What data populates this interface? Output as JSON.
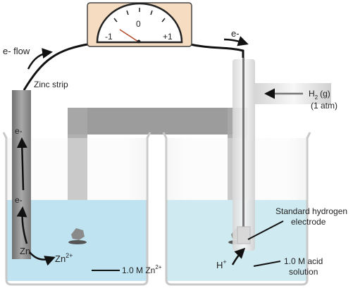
{
  "voltmeter": {
    "scale_left": "-1",
    "scale_center": "0",
    "scale_right": "+1"
  },
  "labels": {
    "electron_flow": "e- flow",
    "electron_right": "e-",
    "zinc_strip": "Zinc strip",
    "electron_1": "e-",
    "electron_2": "e-",
    "zn": "Zn",
    "zn2_base": "Zn",
    "zn2_sup": "2+",
    "zinc_solution_base": "1.0 M Zn",
    "zinc_solution_sup": "2+",
    "h2_base": "H",
    "h2_sub": "2",
    "h2_g": "(g)",
    "h2_pressure": "(1 atm)",
    "standard_hydrogen_1": "Standard hydrogen",
    "standard_hydrogen_2": "electrode",
    "h_plus_base": "H",
    "h_plus_sup": "+",
    "acid_1": "1.0 M acid",
    "acid_2": "solution"
  },
  "colors": {
    "zinc_solution": "#bfe3f1",
    "acid_solution": "#cfeaf0",
    "voltmeter_panel": "#f6dcc0",
    "salt_bridge": "#9c9c9c",
    "zinc_strip": "#8e8e8e"
  }
}
